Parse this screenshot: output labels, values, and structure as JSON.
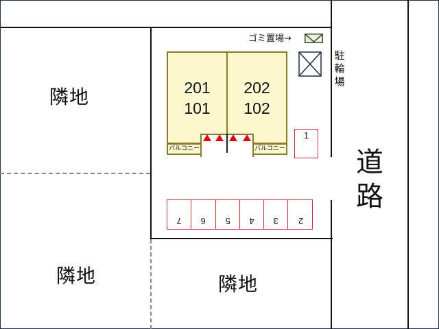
{
  "neighbors": {
    "top_left": "隣地",
    "bottom_left": "隣地",
    "bottom_center": "隣地"
  },
  "road": {
    "label_line1": "道",
    "label_line2": "路"
  },
  "building": {
    "units": [
      {
        "upper": "201",
        "lower": "101"
      },
      {
        "upper": "202",
        "lower": "102"
      }
    ],
    "balcony_label": "バルコニー",
    "entrance_marker_count": 4
  },
  "garbage": {
    "label": "ゴミ置場→"
  },
  "bicycle_parking": {
    "label_1": "駐",
    "label_2": "輪",
    "label_3": "場"
  },
  "parking": {
    "single_space": "1",
    "row_spaces": [
      "7",
      "6",
      "5",
      "4",
      "3",
      "2"
    ]
  },
  "colors": {
    "building_fill": "#fbf8d0",
    "building_border": "#8a7a2a",
    "parking_border": "#c0303a",
    "entrance_marker": "#e00000",
    "garbage_fill": "#eaf2dc"
  }
}
